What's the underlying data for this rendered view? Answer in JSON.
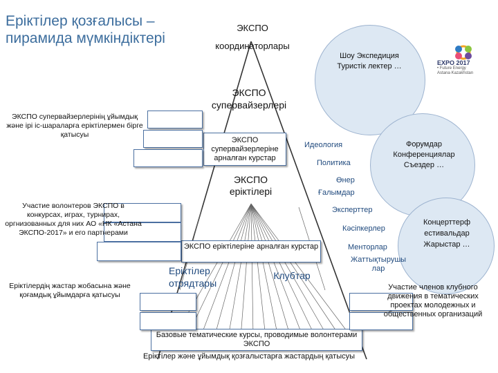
{
  "title": "Еріктілер қозғалысы –пирамида мүмкіндіктері",
  "apex": {
    "line1": "ЭКСПО",
    "line2": "координаторлары"
  },
  "supervisors": {
    "line1": "ЭКСПО",
    "line2": "супервайзерлері"
  },
  "supervisor_courses": "ЭКСПО супервайзерлеріне арналған курстар",
  "volunteers": {
    "line1": "ЭКСПО",
    "line2": "еріктілері"
  },
  "volunteer_courses": "ЭКСПО еріктілеріне арналған курстар",
  "squads": "Еріктілер отрядтары",
  "clubs": "Клубтар",
  "base_courses": "Базовые тематические курсы, проводимые волонтерами ЭКСПО",
  "bottom_caption": "Еріктілер және ұйымдық қозғалыстарға жастардың қатысуы",
  "left_notes": {
    "supervisors_note": "ЭКСПО супервайзерлерінің ұйымдық және ірі іс-шараларға еріктілермен бірге қатысуы",
    "contest_note": "Участие волонтеров ЭКСПО в конкурсах, играх, турнирах, оргнизованных для них АО «НК «Астана ЭКСПО-2017» и его партнерами",
    "youth_note": "Еріктілердің жастар жобасына және қоғамдық ұйымдарға қатысуы"
  },
  "right_list": [
    "Идеология",
    "Политика",
    "Өнер",
    "Ғалымдар",
    "Эксперттер",
    "Кәсіпкерлер",
    "Менторлар",
    "Жаттықтырушы лар"
  ],
  "circles": {
    "top": "Шоу Экспедиция Туристік лектер …",
    "middle": "Форумдар Конференциялар Съездер …",
    "lower": "Концерттерф естивальдар Жарыстар …"
  },
  "right_note": "Участие членов клубного движения в тематических проектах молодежных и общественных организаций",
  "logo": {
    "text": "EXPO 2017",
    "subtitle1": "• Future Energy",
    "subtitle2": "Astana·Kazakhstan",
    "colors": [
      "#2e7bc4",
      "#8cc63f",
      "#f5a623",
      "#e94e77",
      "#6d4c9f"
    ]
  }
}
